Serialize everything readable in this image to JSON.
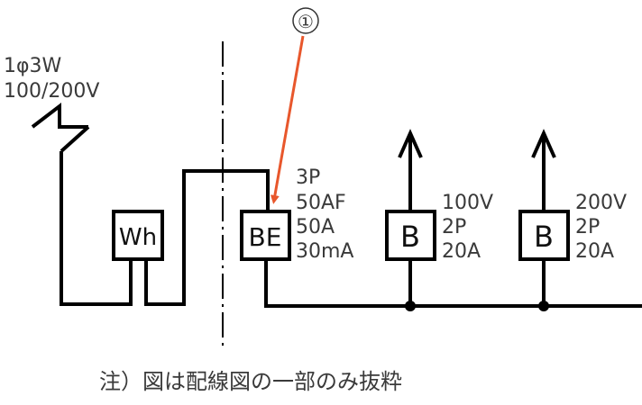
{
  "supply": {
    "phase": "1φ3W",
    "voltage": "100/200V"
  },
  "callout": {
    "number": "①"
  },
  "devices": {
    "meter": {
      "label": "Wh"
    },
    "main_breaker": {
      "label": "BE",
      "poles": "3P",
      "frame": "50AF",
      "rating": "50A",
      "sensitivity": "30mA"
    },
    "branch1": {
      "label": "B",
      "voltage": "100V",
      "poles": "2P",
      "rating": "20A"
    },
    "branch2": {
      "label": "B",
      "voltage": "200V",
      "poles": "2P",
      "rating": "20A"
    }
  },
  "note": "注）図は配線図の一部のみ抜粋",
  "colors": {
    "line": "#000000",
    "callout_arrow": "#e8572c",
    "text": "#3a3a3a"
  }
}
